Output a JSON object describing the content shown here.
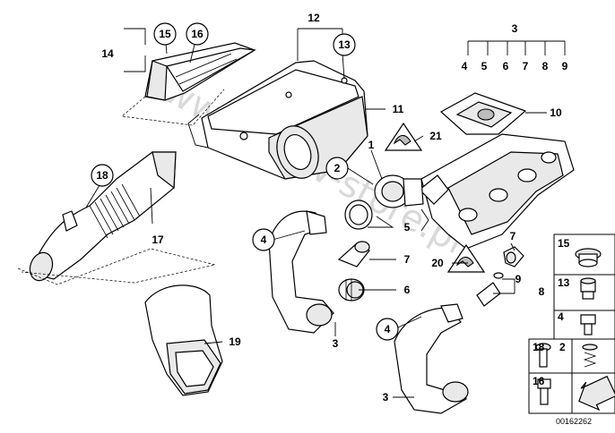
{
  "watermark": "www.BMW-store.pl",
  "diagram_id": "00162262",
  "callouts": [
    {
      "id": "c12",
      "text": "12",
      "circled": false
    },
    {
      "id": "c14",
      "text": "14",
      "circled": false
    },
    {
      "id": "c15a",
      "text": "15",
      "circled": true
    },
    {
      "id": "c16a",
      "text": "16",
      "circled": true
    },
    {
      "id": "c13a",
      "text": "13",
      "circled": true
    },
    {
      "id": "c3top",
      "text": "3",
      "circled": false
    },
    {
      "id": "c4t",
      "text": "4",
      "circled": false
    },
    {
      "id": "c5t",
      "text": "5",
      "circled": false
    },
    {
      "id": "c6t",
      "text": "6",
      "circled": false
    },
    {
      "id": "c7t",
      "text": "7",
      "circled": false
    },
    {
      "id": "c8t",
      "text": "8",
      "circled": false
    },
    {
      "id": "c9t",
      "text": "9",
      "circled": false
    },
    {
      "id": "c11",
      "text": "11",
      "circled": false
    },
    {
      "id": "c10",
      "text": "10",
      "circled": false
    },
    {
      "id": "c21",
      "text": "21",
      "circled": false
    },
    {
      "id": "c1",
      "text": "1",
      "circled": false
    },
    {
      "id": "c2a",
      "text": "2",
      "circled": true
    },
    {
      "id": "c18a",
      "text": "18",
      "circled": true
    },
    {
      "id": "c17",
      "text": "17",
      "circled": false
    },
    {
      "id": "c4a",
      "text": "4",
      "circled": true
    },
    {
      "id": "c5b",
      "text": "5",
      "circled": false
    },
    {
      "id": "c7b",
      "text": "7",
      "circled": false
    },
    {
      "id": "c6b",
      "text": "6",
      "circled": false
    },
    {
      "id": "c3a",
      "text": "3",
      "circled": false
    },
    {
      "id": "c19",
      "text": "19",
      "circled": false
    },
    {
      "id": "c7c",
      "text": "7",
      "circled": false
    },
    {
      "id": "c20",
      "text": "20",
      "circled": false
    },
    {
      "id": "c9b",
      "text": "9",
      "circled": false
    },
    {
      "id": "c8b",
      "text": "8",
      "circled": false
    },
    {
      "id": "c4b",
      "text": "4",
      "circled": true
    },
    {
      "id": "c3b",
      "text": "3",
      "circled": false
    }
  ],
  "legend": [
    {
      "id": "l15",
      "text": "15",
      "circled": false
    },
    {
      "id": "l13",
      "text": "13",
      "circled": false
    },
    {
      "id": "l4",
      "text": "4",
      "circled": false
    },
    {
      "id": "l18",
      "text": "18",
      "circled": false
    },
    {
      "id": "l2",
      "text": "2",
      "circled": false
    },
    {
      "id": "l16",
      "text": "16",
      "circled": false
    }
  ]
}
